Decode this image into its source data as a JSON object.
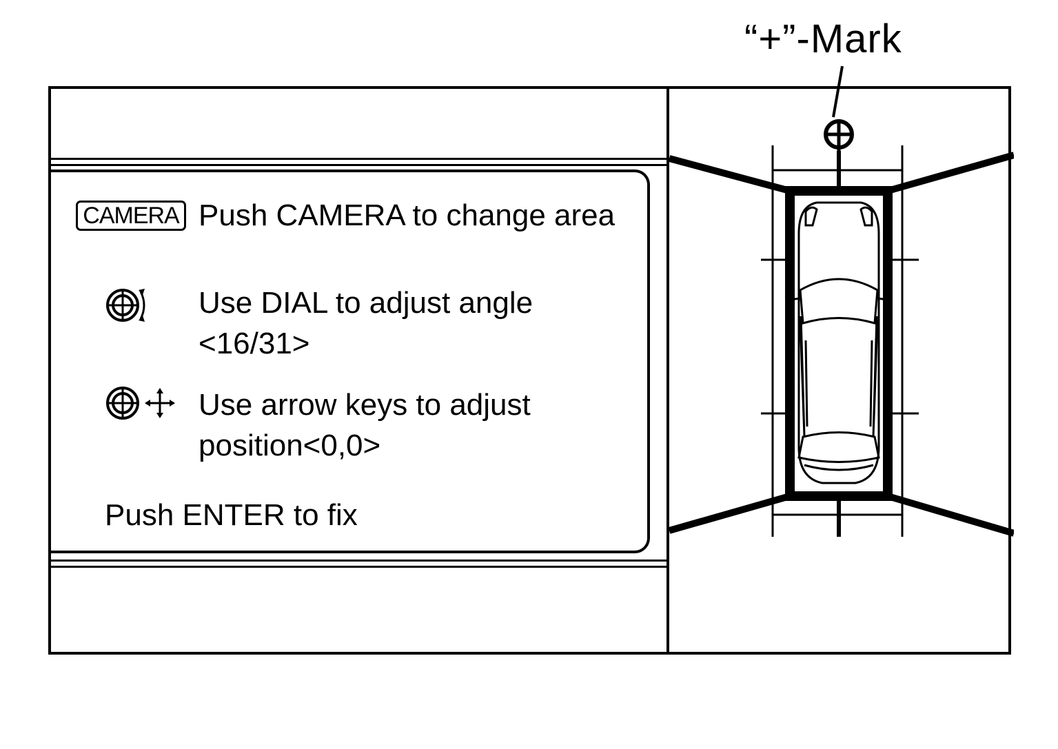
{
  "callout": {
    "label": "“+”-Mark"
  },
  "panel": {
    "camera_button": "CAMERA",
    "camera_instruction": "Push CAMERA to change area",
    "dial_line1": "Use DIAL to adjust angle",
    "dial_line2": "<16/31>",
    "arrow_line1": "Use arrow keys to adjust",
    "arrow_line2": "position<0,0>",
    "enter_instruction": "Push ENTER to fix"
  },
  "icons": {
    "dial": "dial-rotate-icon",
    "arrows": "dial-arrows-icon",
    "mark": "plus-mark-icon",
    "car": "car-top-view-icon"
  }
}
